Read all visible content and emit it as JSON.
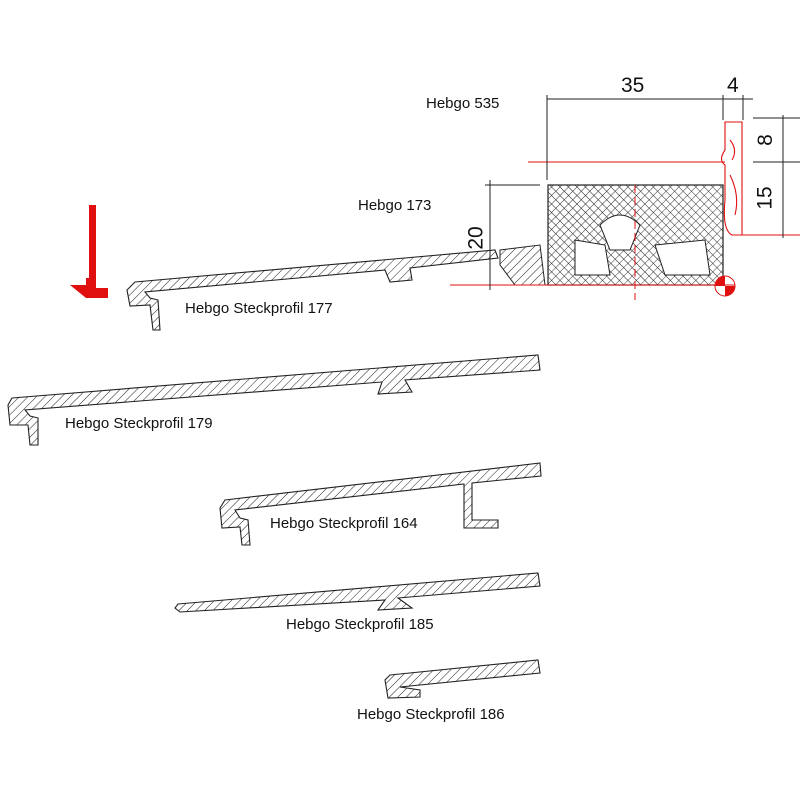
{
  "labels": {
    "hebgo535": "Hebgo 535",
    "hebgo173": "Hebgo 173",
    "p177": "Hebgo Steckprofil 177",
    "p179": "Hebgo Steckprofil 179",
    "p164": "Hebgo Steckprofil 164",
    "p185": "Hebgo Steckprofil 185",
    "p186": "Hebgo Steckprofil 186"
  },
  "dimensions": {
    "width_main": "35",
    "width_seal": "4",
    "seal_top": "8",
    "seal_bottom": "15",
    "height": "20"
  },
  "colors": {
    "line": "#222222",
    "accent": "#e01010"
  }
}
